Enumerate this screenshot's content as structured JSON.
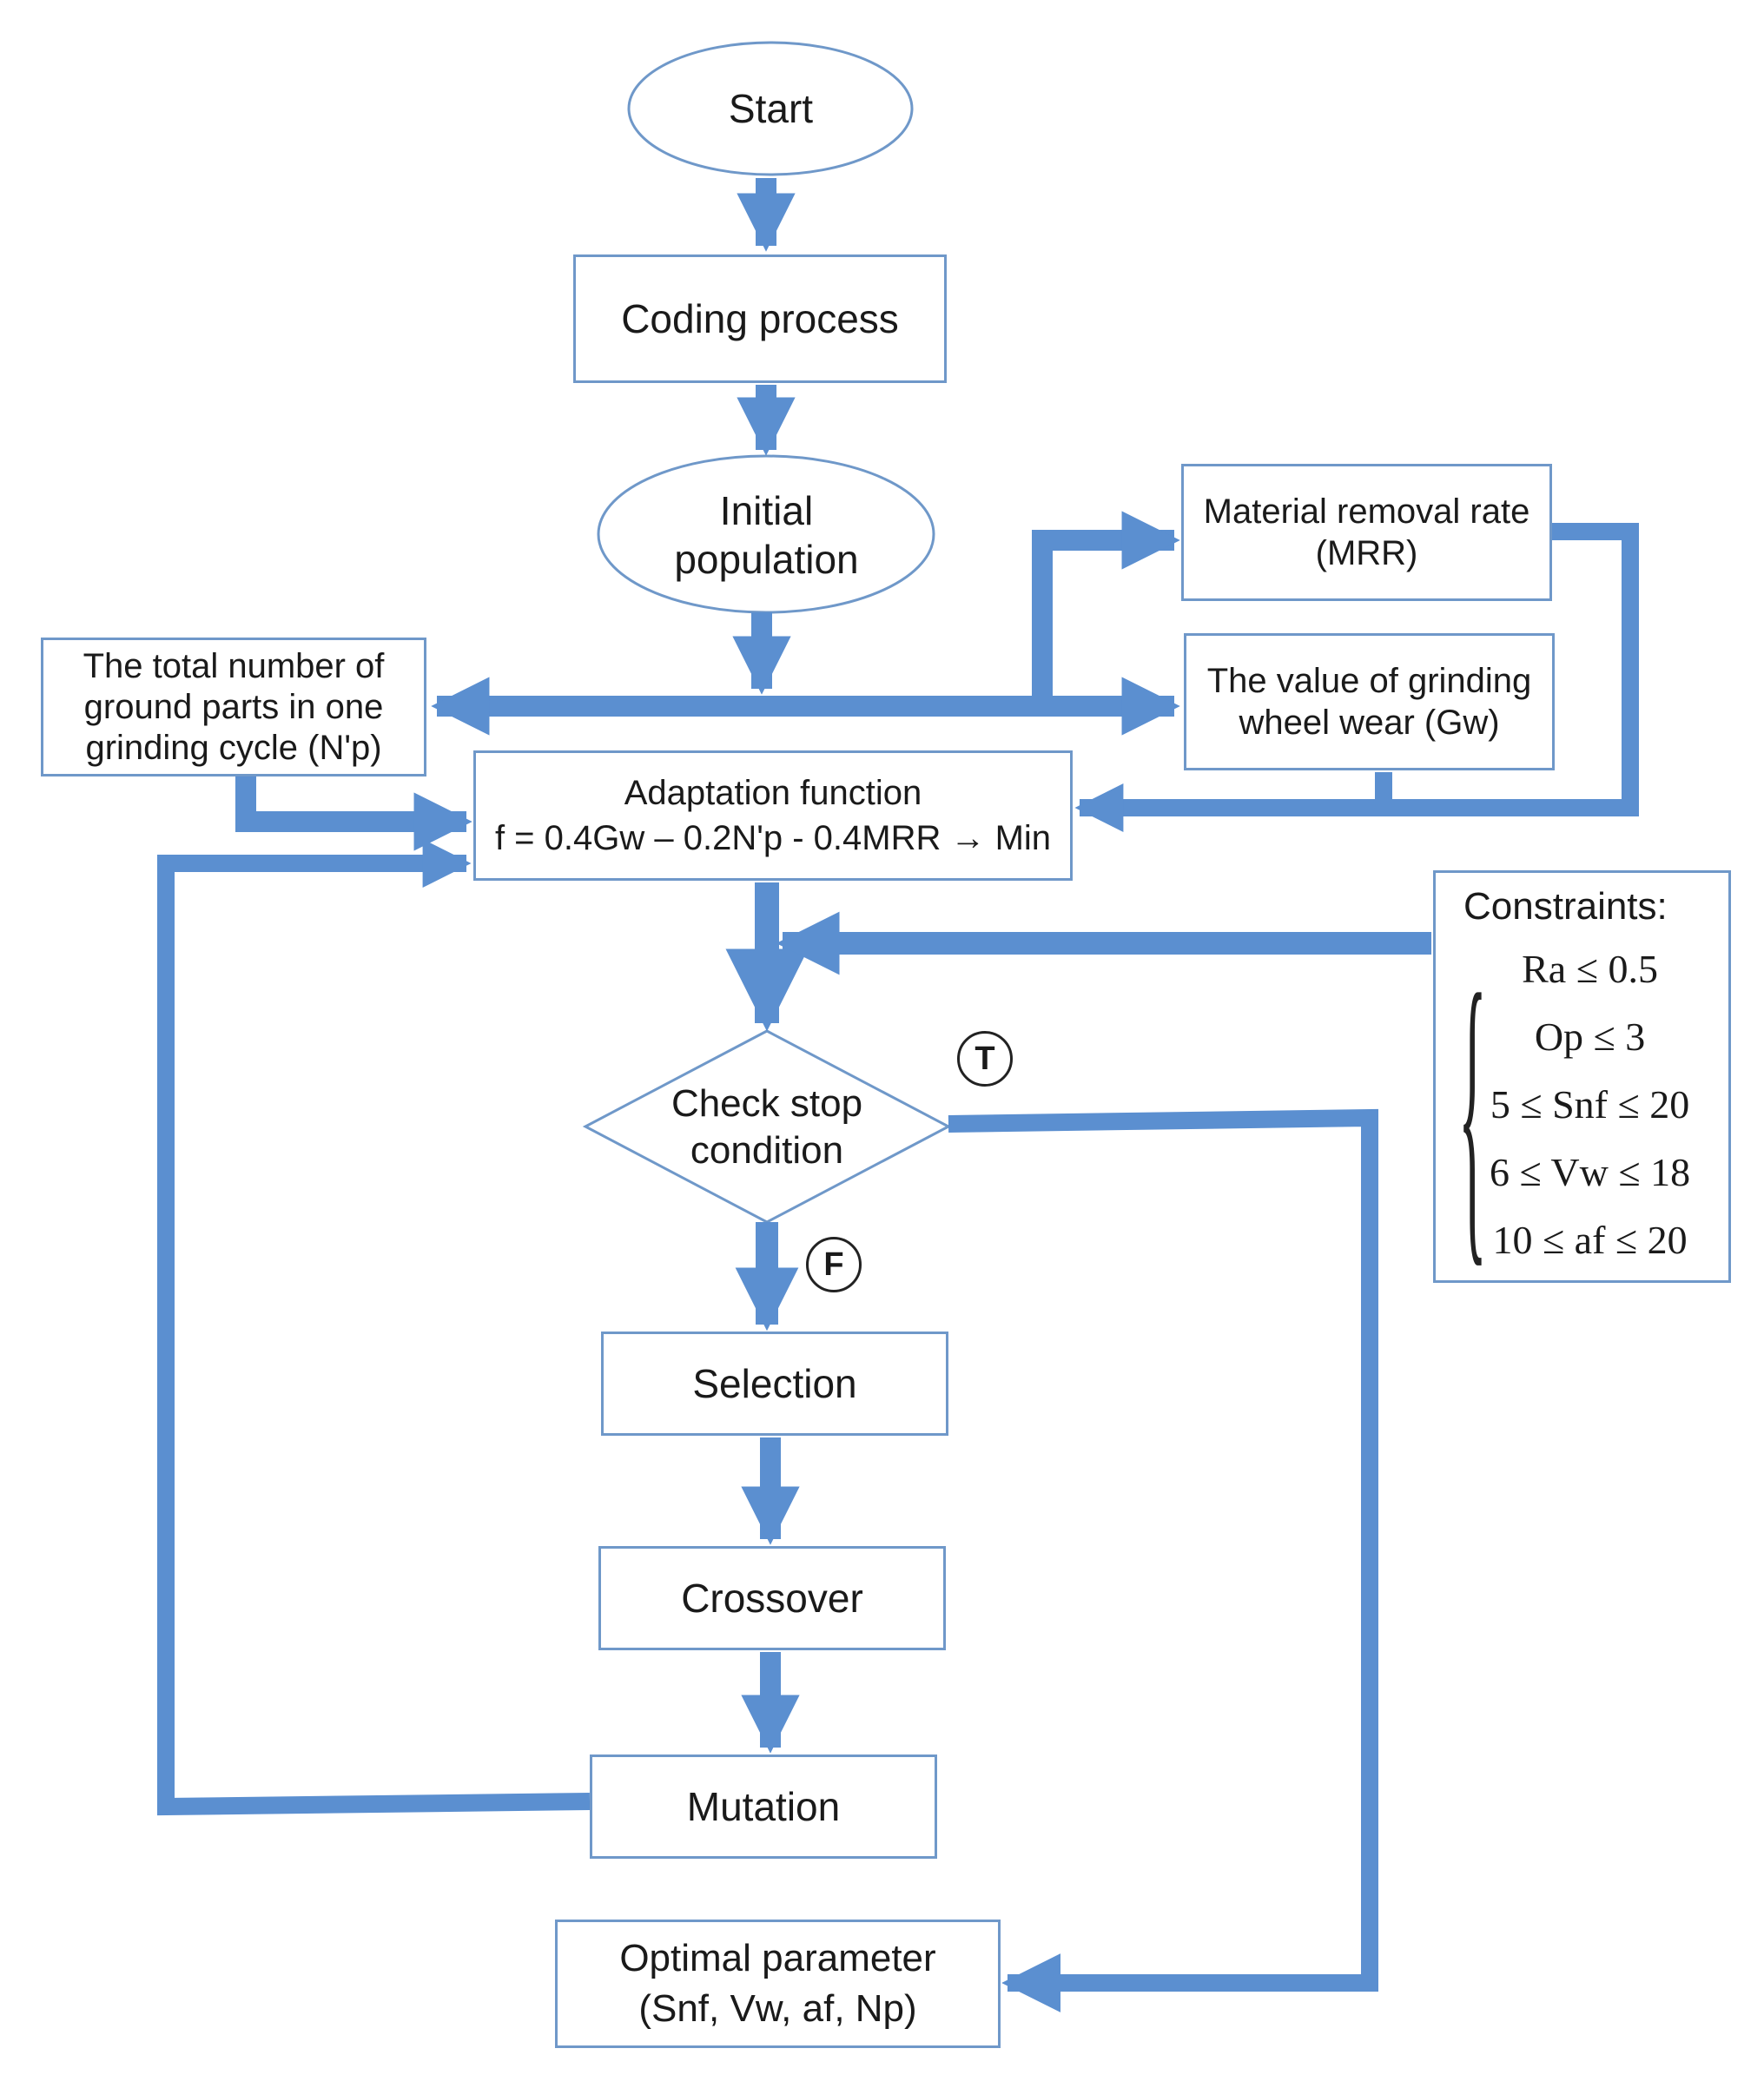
{
  "nodes": {
    "start": "Start",
    "coding": "Coding process",
    "initial_population": [
      "Initial",
      "population"
    ],
    "mrr": [
      "Material removal rate",
      "(MRR)"
    ],
    "gw": [
      "The value of grinding",
      "wheel wear (Gw)"
    ],
    "np": [
      "The total number of",
      "ground parts in one",
      "grinding cycle (N'p)"
    ],
    "adaptation": [
      "Adaptation function",
      "f = 0.4Gw – 0.2N'p - 0.4MRR → Min"
    ],
    "constraints_title": "Constraints:",
    "constraints": [
      "Ra ≤ 0.5",
      "Op ≤ 3",
      "5 ≤ Snf ≤ 20",
      "6 ≤ Vw ≤ 18",
      "10 ≤ af ≤ 20"
    ],
    "check": [
      "Check stop",
      "condition"
    ],
    "selection": "Selection",
    "crossover": "Crossover",
    "mutation": "Mutation",
    "optimal": [
      "Optimal parameter",
      "(Snf, Vw, af, Np)"
    ]
  },
  "labels": {
    "true": "T",
    "false": "F"
  },
  "colors": {
    "arrow": "#5b8fd0",
    "border": "#6f98c9",
    "text": "#1a1a1a"
  }
}
